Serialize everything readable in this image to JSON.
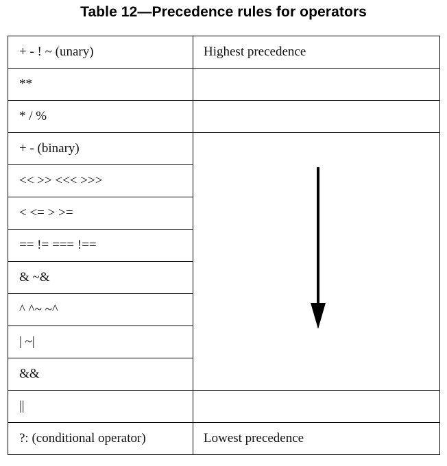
{
  "title": "Table 12—Precedence rules for operators",
  "rows": [
    {
      "operators": "+ - ! ~ (unary)",
      "note": "Highest precedence"
    },
    {
      "operators": "**",
      "note": ""
    },
    {
      "operators": "*  /  %",
      "note": ""
    },
    {
      "operators": "+  - (binary)"
    },
    {
      "operators": "<<  >>  <<<  >>>"
    },
    {
      "operators": "<  <=  >  >="
    },
    {
      "operators": "==  !=  ===  !=="
    },
    {
      "operators": "&  ~&"
    },
    {
      "operators": "^  ^~  ~^"
    },
    {
      "operators": "|  ~|"
    },
    {
      "operators": "&&"
    },
    {
      "operators": "||",
      "note": ""
    },
    {
      "operators": "?: (conditional operator)",
      "note": "Lowest precedence"
    }
  ],
  "arrow_icon": "down-arrow-icon"
}
